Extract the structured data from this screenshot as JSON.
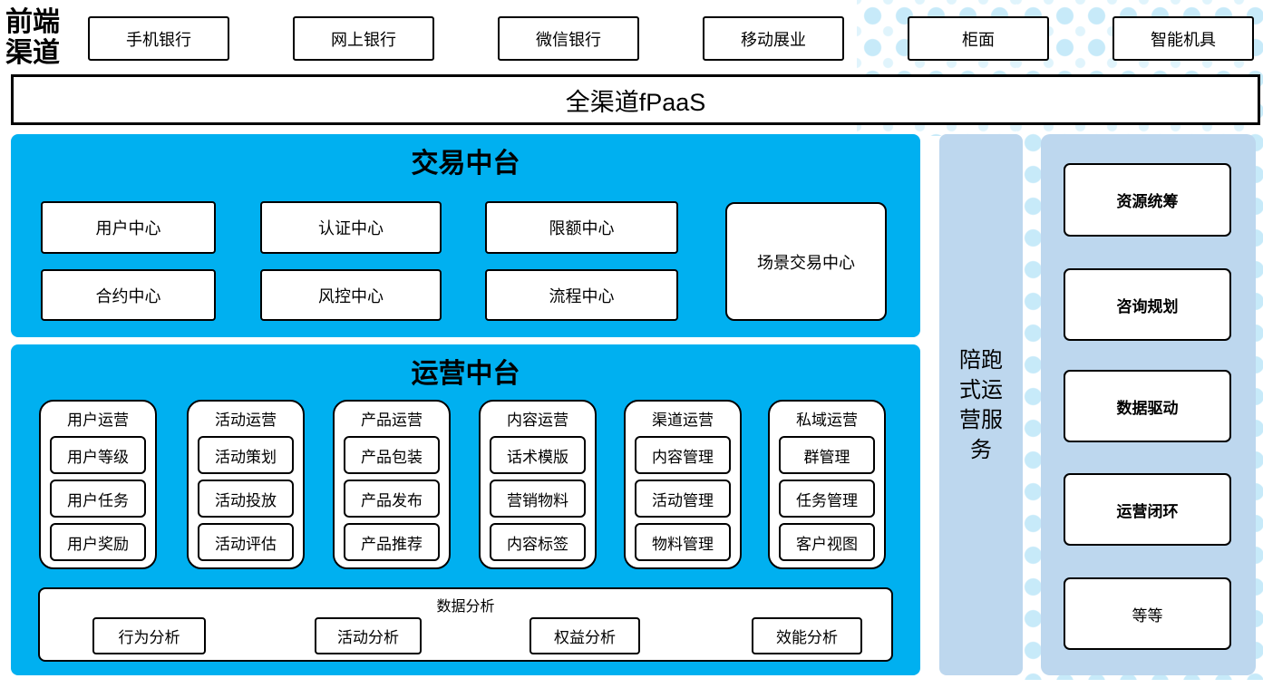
{
  "colors": {
    "accent_blue": "#00b0f0",
    "light_blue": "#bdd7ee",
    "dot_color": "#c7eaf9"
  },
  "front_channels": {
    "label": "前端渠道",
    "items": [
      "手机银行",
      "网上银行",
      "微信银行",
      "移动展业",
      "柜面",
      "智能机具"
    ]
  },
  "fpaas": {
    "label": "全渠道fPaaS"
  },
  "transaction_platform": {
    "title": "交易中台",
    "centers": [
      "用户中心",
      "认证中心",
      "限额中心",
      "合约中心",
      "风控中心",
      "流程中心"
    ],
    "scene_center": "场景交易中心"
  },
  "operation_platform": {
    "title": "运营中台",
    "groups": [
      {
        "title": "用户运营",
        "items": [
          "用户等级",
          "用户任务",
          "用户奖励"
        ]
      },
      {
        "title": "活动运营",
        "items": [
          "活动策划",
          "活动投放",
          "活动评估"
        ]
      },
      {
        "title": "产品运营",
        "items": [
          "产品包装",
          "产品发布",
          "产品推荐"
        ]
      },
      {
        "title": "内容运营",
        "items": [
          "话术模版",
          "营销物料",
          "内容标签"
        ]
      },
      {
        "title": "渠道运营",
        "items": [
          "内容管理",
          "活动管理",
          "物料管理"
        ]
      },
      {
        "title": "私域运营",
        "items": [
          "群管理",
          "任务管理",
          "客户视图"
        ]
      }
    ],
    "data_analysis": {
      "title": "数据分析",
      "items": [
        "行为分析",
        "活动分析",
        "权益分析",
        "效能分析"
      ]
    }
  },
  "side_service": {
    "label": "陪跑式运营服务"
  },
  "right_panel": {
    "items": [
      "资源统筹",
      "咨询规划",
      "数据驱动",
      "运营闭环",
      "等等"
    ]
  }
}
